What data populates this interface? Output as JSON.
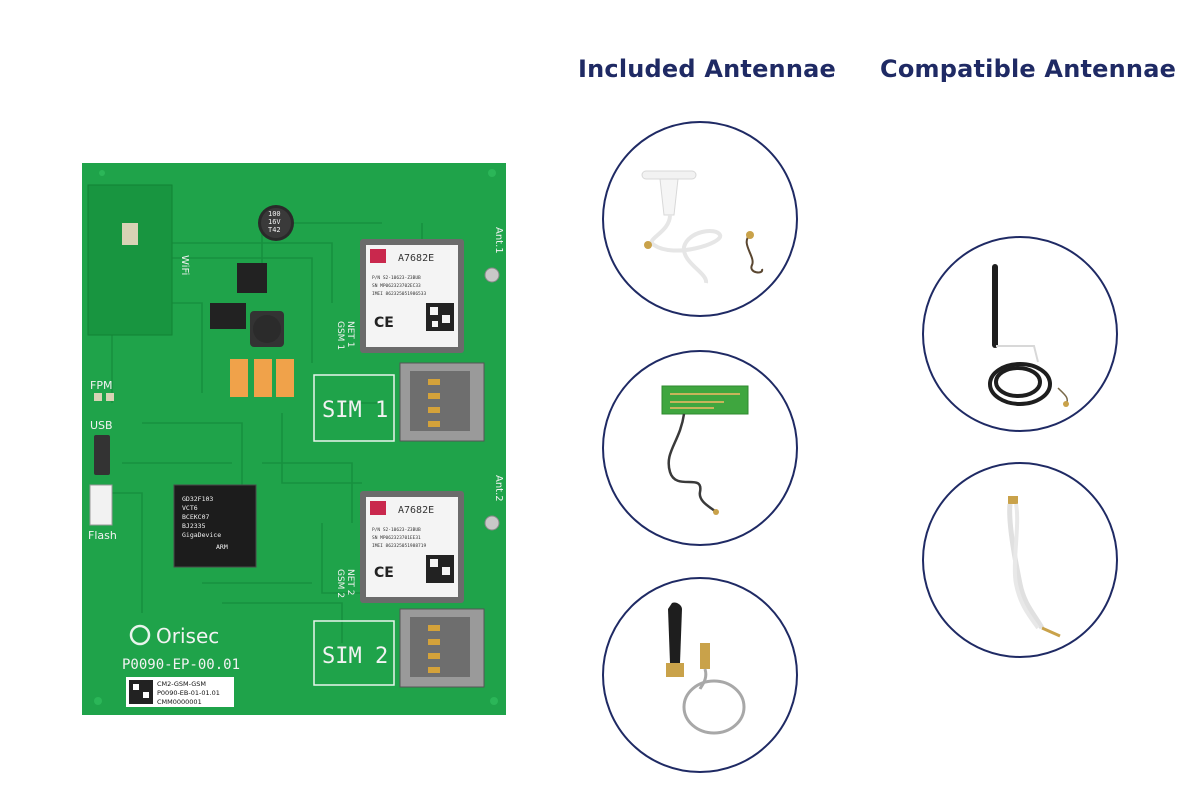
{
  "headings": {
    "included": "Included Antennae",
    "compatible": "Compatible Antennae"
  },
  "board": {
    "brand": "Orisec",
    "part_number": "P0090-EP-00.01",
    "label_lines": [
      "CM2-GSM-GSM",
      "P0090-EB-01-01.01",
      "CMM0000001"
    ],
    "sim_labels": [
      "SIM 1",
      "SIM 2"
    ],
    "antenna_labels": [
      "Ant.1",
      "Ant.2"
    ],
    "net_labels": [
      "NET 1",
      "NET 2"
    ],
    "gsm_labels": [
      "GSM 1",
      "GSM 2"
    ],
    "module_name": "A7682E",
    "module_lines_1": [
      "P/N S2-10623-Z3BUB",
      "SN MP062323702EC33",
      "IMEI 862325051986533"
    ],
    "module_lines_2": [
      "P/N S2-10623-Z3BUB",
      "SN MP062323701EE31",
      "IMEI 862325051988719"
    ],
    "ce_mark": "CE",
    "left_labels": [
      "FPM",
      "USB",
      "Flash"
    ],
    "wifi_label": "WiFi",
    "mcu_lines": [
      "GD32F103",
      "VCT6",
      "BCEKC07",
      "BJ2335",
      "GigaDevice",
      "ARM"
    ],
    "capacitor_lines": [
      "100",
      "16V",
      "T42"
    ]
  },
  "colors": {
    "heading": "#1f2a64",
    "circle_border": "#1f2a64",
    "pcb_green": "#1fa34a",
    "pcb_dark_green": "#158a3b"
  },
  "icons": {
    "included": [
      "dipole-antenna-icon",
      "pcb-flex-antenna-icon",
      "stubby-antenna-icon"
    ],
    "compatible": [
      "whip-antenna-icon",
      "cable-antenna-icon"
    ]
  }
}
